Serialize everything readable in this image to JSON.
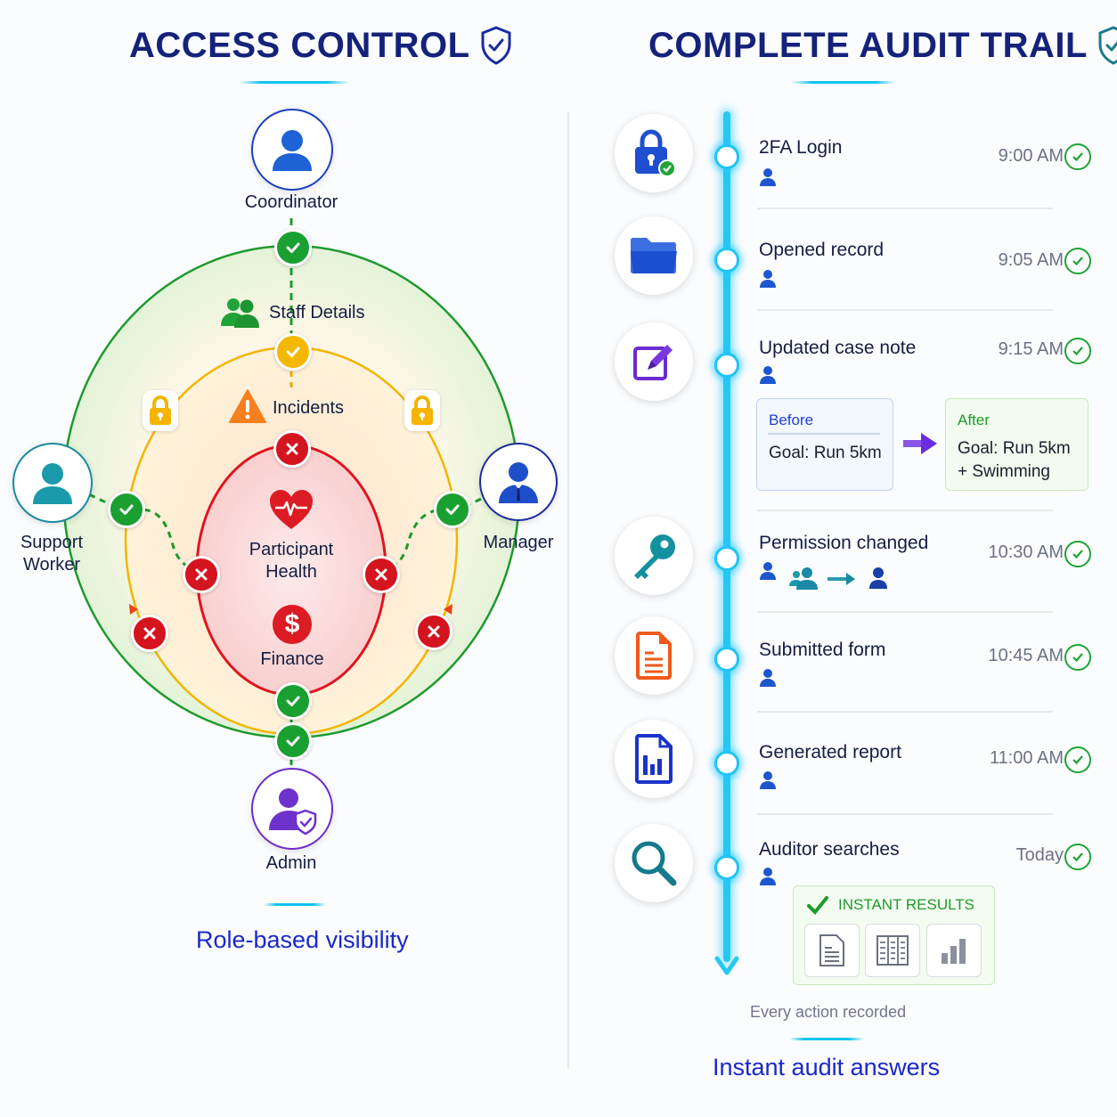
{
  "access_control": {
    "title": "ACCESS CONTROL",
    "title_icon": "shield-check-icon",
    "roles": {
      "coordinator": "Coordinator",
      "support_worker_line1": "Support",
      "support_worker_line2": "Worker",
      "manager": "Manager",
      "admin": "Admin"
    },
    "zones": {
      "outer": {
        "label": "Staff Details",
        "icon": "people-icon",
        "color": "#1f9a2e"
      },
      "middle": {
        "label": "Incidents",
        "icon": "warning-icon",
        "color": "#f3b400"
      },
      "inner": {
        "label_line1": "Participant",
        "label_line2": "Health",
        "icon": "heart-pulse-icon",
        "color": "#e0151f"
      },
      "finance": {
        "label": "Finance",
        "icon": "dollar-icon"
      }
    },
    "caption": "Role-based visibility"
  },
  "audit_trail": {
    "title": "COMPLETE AUDIT TRAIL",
    "title_icon": "shield-check-icon",
    "events": [
      {
        "title": "2FA Login",
        "time": "9:00 AM",
        "icon": "padlock-check-icon",
        "status": "verified"
      },
      {
        "title": "Opened record",
        "time": "9:05 AM",
        "icon": "folder-icon",
        "status": "verified"
      },
      {
        "title": "Updated case note",
        "time": "9:15 AM",
        "icon": "edit-icon",
        "status": "verified"
      },
      {
        "title": "Permission changed",
        "time": "10:30 AM",
        "icon": "key-icon",
        "status": "verified"
      },
      {
        "title": "Submitted form",
        "time": "10:45 AM",
        "icon": "document-icon",
        "status": "verified"
      },
      {
        "title": "Generated report",
        "time": "11:00 AM",
        "icon": "report-icon",
        "status": "verified"
      },
      {
        "title": "Auditor searches",
        "time": "Today",
        "icon": "search-icon",
        "status": "verified"
      }
    ],
    "diff": {
      "before_label": "Before",
      "before_value": "Goal: Run 5km",
      "after_label": "After",
      "after_value_line1": "Goal: Run 5km",
      "after_value_line2": "+ Swimming"
    },
    "instant_results": {
      "label": "INSTANT RESULTS",
      "tiles": [
        "document-icon",
        "table-icon",
        "bar-chart-icon"
      ]
    },
    "footnote": "Every action recorded",
    "caption": "Instant audit answers"
  },
  "colors": {
    "title": "#14227a",
    "accent": "#12c4f0",
    "allow": "#19a030",
    "deny": "#d4141e"
  }
}
